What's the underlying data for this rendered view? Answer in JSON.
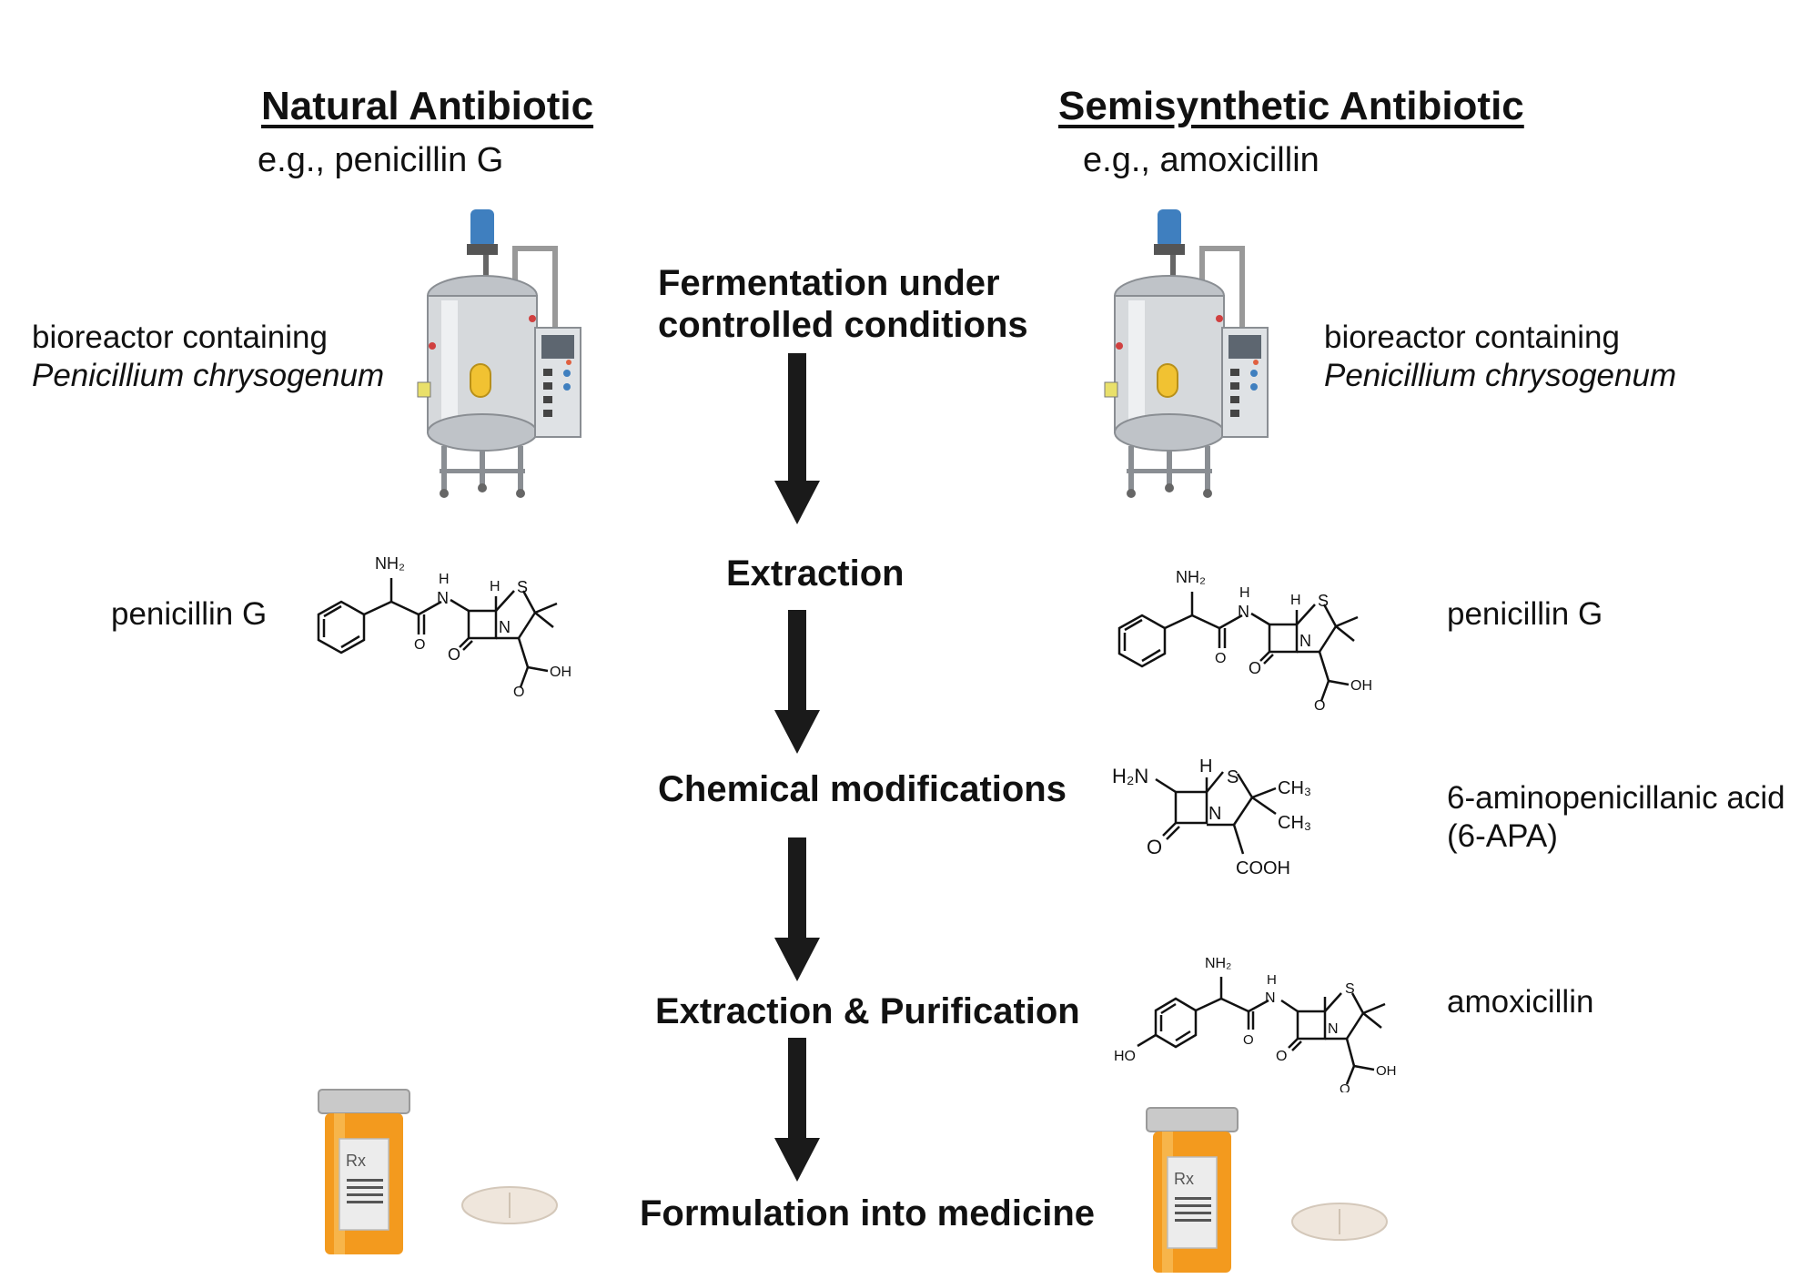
{
  "left": {
    "title": "Natural Antibiotic",
    "example": "e.g., penicillin G",
    "bioreactor_label_line1": "bioreactor containing",
    "bioreactor_label_line2": "Penicillium chrysogenum",
    "compound_label": "penicillin G"
  },
  "right": {
    "title": "Semisynthetic Antibiotic",
    "example": "e.g., amoxicillin",
    "bioreactor_label_line1": "bioreactor containing",
    "bioreactor_label_line2": "Penicillium chrysogenum",
    "compound1_label": "penicillin G",
    "compound2_label_line1": "6-aminopenicillanic acid",
    "compound2_label_line2": "(6-APA)",
    "compound3_label": "amoxicillin"
  },
  "steps": {
    "fermentation_line1": "Fermentation under",
    "fermentation_line2": "controlled conditions",
    "extraction": "Extraction",
    "chemical": "Chemical modifications",
    "purification": "Extraction & Purification",
    "formulation": "Formulation into medicine"
  },
  "structures": {
    "nh2": "NH₂",
    "h2n": "H₂N",
    "h": "H",
    "n": "N",
    "s": "S",
    "o": "O",
    "oh": "OH",
    "ho": "HO",
    "ch3": "CH₃",
    "cooh": "COOH"
  },
  "bottle_label": "Rx",
  "colors": {
    "arrow": "#1a1a1a",
    "bottle_orange": "#f39a1e",
    "bottle_cap": "#c9c9c9",
    "bioreactor_body": "#cfd2d6",
    "motor_blue": "#3f7fbf",
    "pill": "#efe6dc"
  }
}
